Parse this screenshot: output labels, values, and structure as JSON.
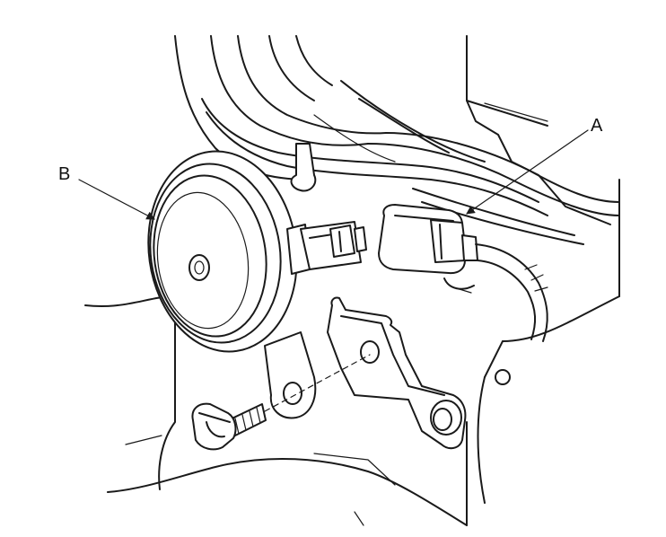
{
  "diagram": {
    "callouts": [
      {
        "id": "A",
        "label": "A"
      },
      {
        "id": "B",
        "label": "B"
      }
    ],
    "colors": {
      "line": "#1a1a1a",
      "background": "#ffffff"
    }
  }
}
